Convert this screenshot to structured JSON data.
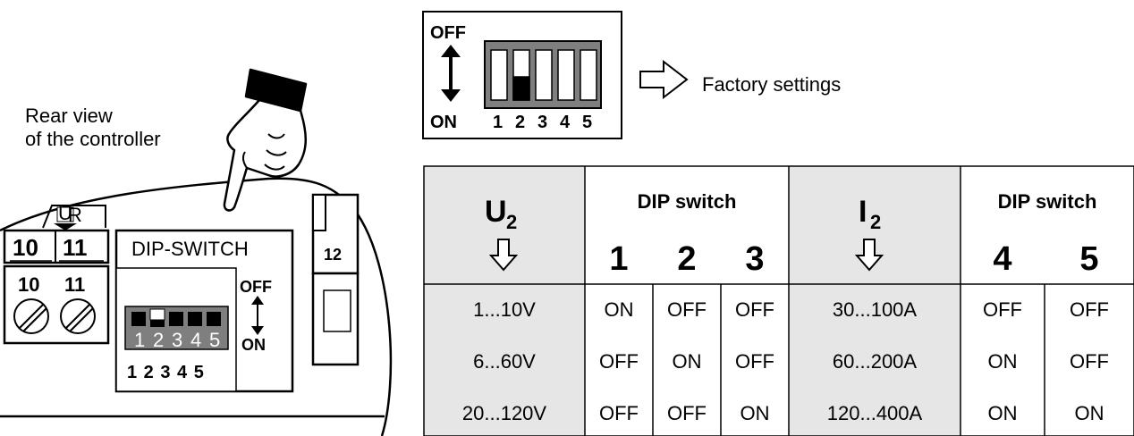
{
  "rear_view": {
    "line1": "Rear view",
    "line2": "of the controller"
  },
  "controller": {
    "ur_label": "U",
    "ur_sub": "R",
    "terminal_10": "10",
    "terminal_11": "11",
    "terminal_12": "12",
    "dip_title": "DIP-SWITCH",
    "off_label": "OFF",
    "on_label": "ON",
    "inner_numbers": [
      "1",
      "2",
      "3",
      "4",
      "5"
    ],
    "numbers_line": "1 2 3 4 5"
  },
  "factory_box": {
    "off_label": "OFF",
    "on_label": "ON",
    "numbers": [
      "1",
      "2",
      "3",
      "4",
      "5"
    ],
    "note": "Factory settings"
  },
  "table": {
    "u_header": "U",
    "u_sub": "2",
    "i_header": "I",
    "i_sub": "2",
    "dip_header_1": "DIP switch",
    "dip_header_2": "DIP switch",
    "sw_cols_a": [
      "1",
      "2",
      "3"
    ],
    "sw_cols_b": [
      "4",
      "5"
    ],
    "rows": [
      {
        "u": "1...10V",
        "s1": "ON",
        "s2": "OFF",
        "s3": "OFF",
        "i": "30...100A",
        "s4": "OFF",
        "s5": "OFF"
      },
      {
        "u": "6...60V",
        "s1": "OFF",
        "s2": "ON",
        "s3": "OFF",
        "i": "60...200A",
        "s4": "ON",
        "s5": "OFF"
      },
      {
        "u": "20...120V",
        "s1": "OFF",
        "s2": "OFF",
        "s3": "ON",
        "i": "120...400A",
        "s4": "ON",
        "s5": "ON"
      }
    ]
  },
  "colors": {
    "shade": "#e6e6e6",
    "switch_body": "#7f7f7f",
    "ink": "#000000"
  }
}
